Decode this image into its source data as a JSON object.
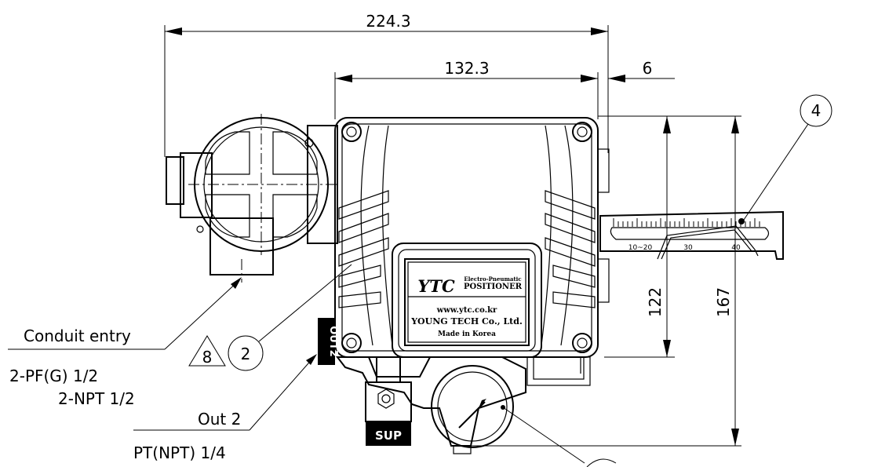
{
  "dimensions": {
    "overall_width": "224.3",
    "body_width": "132.3",
    "offset": "6",
    "height_inner": "122",
    "height_overall": "167"
  },
  "callouts": {
    "balloon_4": "4",
    "balloon_2": "2",
    "triangle_8": "8",
    "conduit_label": "Conduit entry",
    "conduit_spec_1": "2-PF(G) 1/2",
    "conduit_spec_2": "2-NPT 1/2",
    "out2_label": "Out 2",
    "out2_spec": "PT(NPT) 1/4"
  },
  "nameplate": {
    "logo": "YTC",
    "product_line1": "Electro-Pneumatic",
    "product_line2": "POSITIONER",
    "website": "www.ytc.co.kr",
    "company": "YOUNG TECH Co., Ltd.",
    "origin": "Made in Korea"
  },
  "port_labels": {
    "out2": "OUT2",
    "sup": "SUP"
  },
  "scale_labels": [
    "10~20",
    "30",
    "40"
  ]
}
